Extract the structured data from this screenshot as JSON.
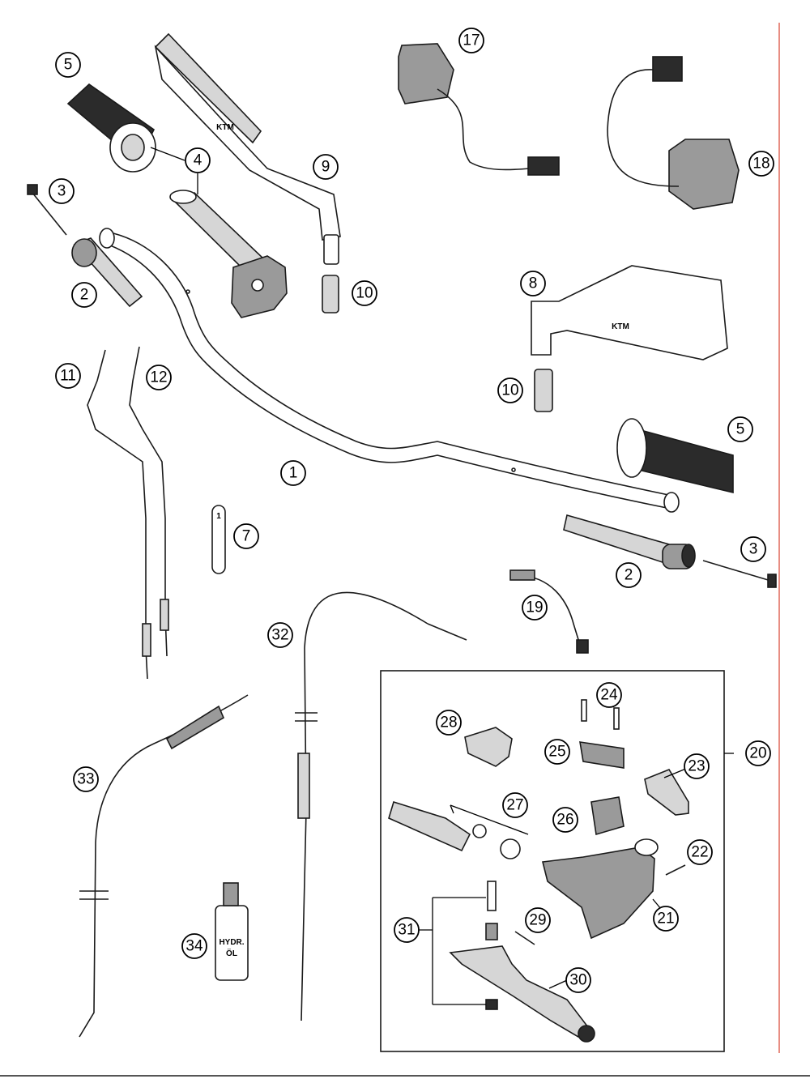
{
  "colors": {
    "border_line": "#e0685a",
    "ink": "#1a1a1a",
    "background": "#ffffff"
  },
  "callouts": [
    {
      "id": "1",
      "label": "1"
    },
    {
      "id": "2a",
      "label": "2"
    },
    {
      "id": "2b",
      "label": "2"
    },
    {
      "id": "3a",
      "label": "3"
    },
    {
      "id": "3b",
      "label": "3"
    },
    {
      "id": "4",
      "label": "4"
    },
    {
      "id": "5a",
      "label": "5"
    },
    {
      "id": "5b",
      "label": "5"
    },
    {
      "id": "7",
      "label": "7"
    },
    {
      "id": "8",
      "label": "8"
    },
    {
      "id": "9",
      "label": "9"
    },
    {
      "id": "10a",
      "label": "10"
    },
    {
      "id": "10b",
      "label": "10"
    },
    {
      "id": "11",
      "label": "11"
    },
    {
      "id": "12",
      "label": "12"
    },
    {
      "id": "17",
      "label": "17"
    },
    {
      "id": "18",
      "label": "18"
    },
    {
      "id": "19",
      "label": "19"
    },
    {
      "id": "20",
      "label": "20"
    },
    {
      "id": "21",
      "label": "21"
    },
    {
      "id": "22",
      "label": "22"
    },
    {
      "id": "23",
      "label": "23"
    },
    {
      "id": "24",
      "label": "24"
    },
    {
      "id": "25",
      "label": "25"
    },
    {
      "id": "26",
      "label": "26"
    },
    {
      "id": "27",
      "label": "27"
    },
    {
      "id": "28",
      "label": "28"
    },
    {
      "id": "29",
      "label": "29"
    },
    {
      "id": "30",
      "label": "30"
    },
    {
      "id": "31",
      "label": "31"
    },
    {
      "id": "32",
      "label": "32"
    },
    {
      "id": "33",
      "label": "33"
    },
    {
      "id": "34",
      "label": "34"
    }
  ],
  "bottle_label": {
    "line1": "HYDR.",
    "line2": "ÖL"
  },
  "mirror_brand": "KTM",
  "strap_marking": "1"
}
